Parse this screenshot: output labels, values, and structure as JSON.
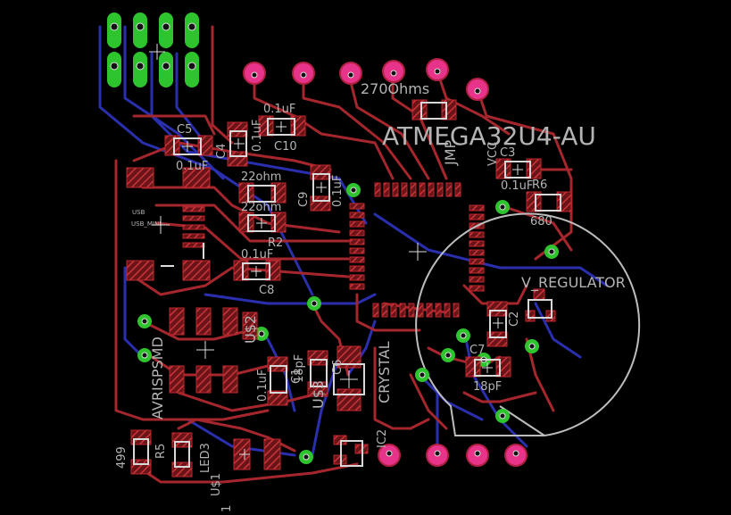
{
  "board": {
    "background": "#000000",
    "colors": {
      "top_copper": "#a5262c",
      "bottom_copper": "#2a2fae",
      "via": "#2ec42e",
      "silkscreen": "#b4b4b4",
      "pad_ring": "#e8338a"
    },
    "labels": {
      "mcu": "ATMEGA32U4-AU",
      "v_regulator": "V_REGULATOR",
      "r_270": "270Ohms",
      "jmp": "JMP",
      "vcc": "VCC",
      "c3": "C3",
      "r6": "R6",
      "r6_val": "680",
      "c01a": "0.1uF",
      "c01b": "0.1uF",
      "c01c": "0.1uF",
      "c01d": "0.1uF",
      "c01e": "0.1uF",
      "c01f": "0.1uF",
      "c01g": "0.1uF",
      "c10": "C10",
      "c5": "C5",
      "c4": "C4",
      "c9": "C9",
      "c8": "C8",
      "c7": "C7",
      "c2": "C2",
      "c1": "C1",
      "c6": "C6",
      "r22a": "22ohm",
      "r22b": "22ohm",
      "r2": "R2",
      "usb": "USB",
      "usb_mini": "USB_MINI",
      "u2": "U$2",
      "u3": "U$3",
      "avrisp": "AVRISPSMD",
      "crystal": "CRYSTAL",
      "pf18a": "18pF",
      "pf18b": "18pF",
      "r5": "R5",
      "r5_val": "499",
      "led3": "LED3",
      "u1": "U$1",
      "ic2": "IC2",
      "pin1": "1"
    }
  }
}
